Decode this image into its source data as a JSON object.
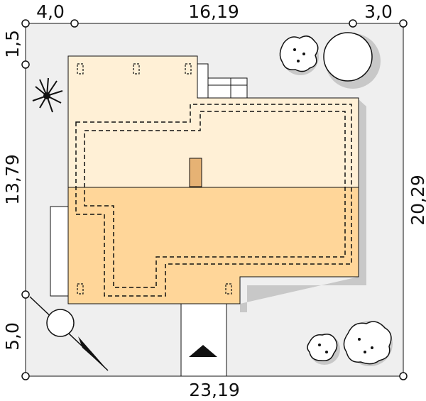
{
  "dimensions": {
    "top_left": "4,0",
    "top_middle": "16,19",
    "top_right": "3,0",
    "bottom": "23,19",
    "left_top": "1,5",
    "left_middle": "13,79",
    "left_bottom": "5,0",
    "right": "20,29"
  },
  "colors": {
    "plot": "#efefef",
    "roof_light": "#fff0d6",
    "roof_dark": "#ffd699",
    "chimney": "#e6b274",
    "shadow": "#c8c8c8",
    "line": "#111111"
  },
  "icons": [
    "north-arrow-icon",
    "entrance-arrow-icon",
    "tree-icon",
    "bush-icon",
    "plant-icon"
  ]
}
